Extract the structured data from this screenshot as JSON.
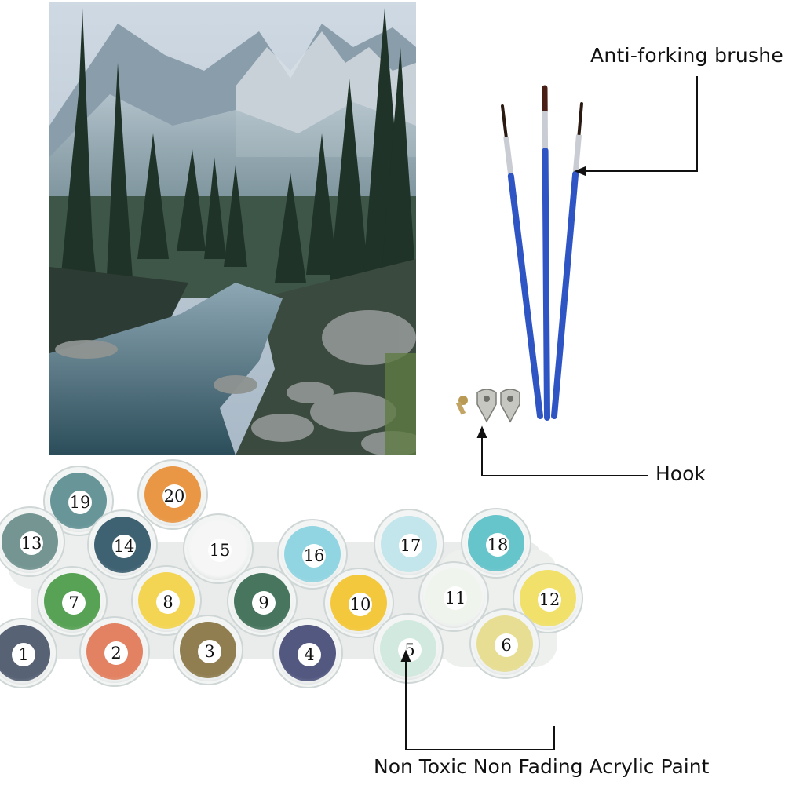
{
  "labels": {
    "brushes": "Anti-forking brushe",
    "hook": "Hook",
    "paint": "Non Toxic Non Fading Acrylic Paint"
  },
  "paint_pots": [
    {
      "number": "1",
      "color": "#4e5a6e"
    },
    {
      "number": "2",
      "color": "#e07b5a"
    },
    {
      "number": "3",
      "color": "#8a7748"
    },
    {
      "number": "4",
      "color": "#4a4f7a"
    },
    {
      "number": "5",
      "color": "#cfe8dc"
    },
    {
      "number": "6",
      "color": "#e6dc8e"
    },
    {
      "number": "7",
      "color": "#4f9d4c"
    },
    {
      "number": "8",
      "color": "#f2d34a"
    },
    {
      "number": "9",
      "color": "#3d6e55"
    },
    {
      "number": "10",
      "color": "#f3c531"
    },
    {
      "number": "11",
      "color": "#eef3ec"
    },
    {
      "number": "12",
      "color": "#f0df62"
    },
    {
      "number": "13",
      "color": "#6d8f8c"
    },
    {
      "number": "14",
      "color": "#355a6a"
    },
    {
      "number": "15",
      "color": "#f4f6f4"
    },
    {
      "number": "16",
      "color": "#8cd3e0"
    },
    {
      "number": "17",
      "color": "#bfe5ea"
    },
    {
      "number": "18",
      "color": "#5ec1c8"
    },
    {
      "number": "19",
      "color": "#5f8f92"
    },
    {
      "number": "20",
      "color": "#e8913a"
    }
  ],
  "colors": {
    "brush_handle": "#2f55c4",
    "brush_ferrule": "#c9ccd2",
    "line": "#111111"
  }
}
